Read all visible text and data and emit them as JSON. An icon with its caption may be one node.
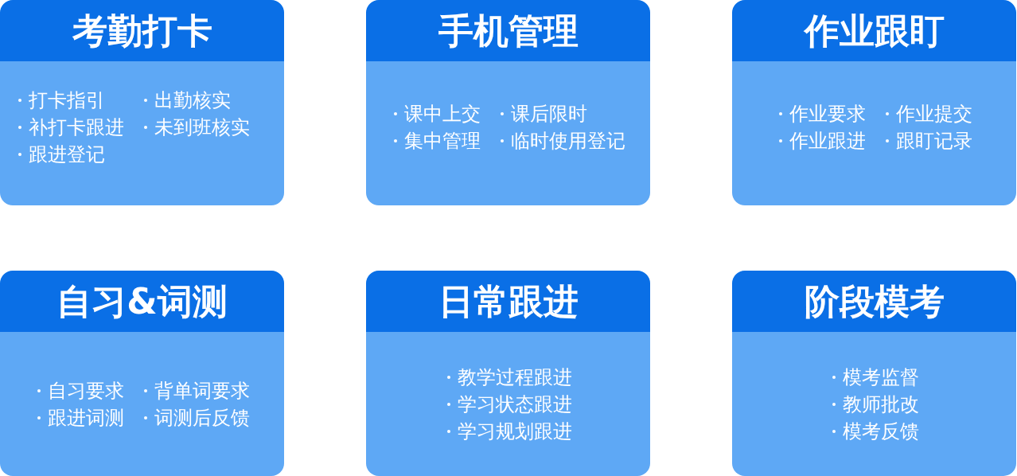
{
  "diagram": {
    "nodes": [
      {
        "text": [
          "考勤打卡",
          "打卡指引",
          "出勤核实",
          "补打卡跟进",
          "未到班核实",
          "跟进登记"
        ]
      },
      {
        "text": [
          "手机管理",
          "课中上交",
          "课后限时",
          "集中管理",
          "临时使用登记"
        ]
      },
      {
        "text": [
          "作业跟盯",
          "作业要求",
          "作业提交",
          "作业跟进",
          "跟盯记录"
        ]
      },
      {
        "text": [
          "自习&词测",
          "自习要求",
          "背单词要求",
          "跟进词测",
          "词测后反馈"
        ]
      },
      {
        "text": [
          "日常跟进",
          "教学过程跟进",
          "学习状态跟进",
          "学习规划跟进"
        ]
      },
      {
        "text": [
          "阶段模考",
          "模考监督",
          "教师批改",
          "模考反馈"
        ]
      }
    ]
  }
}
